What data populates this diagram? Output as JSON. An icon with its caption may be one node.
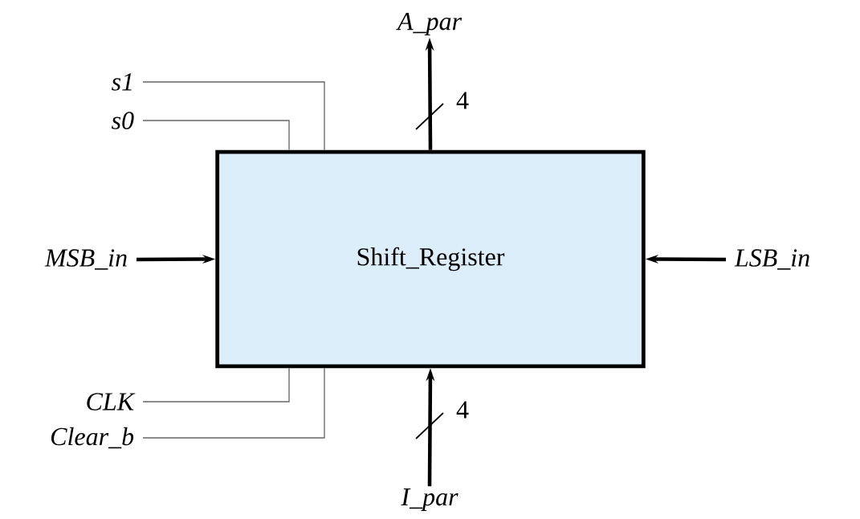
{
  "diagram": {
    "nodes": [
      {
        "text": [
          "Shift_Register"
        ]
      },
      {
        "text": [
          "A_par"
        ]
      },
      {
        "text": [
          "s1"
        ]
      },
      {
        "text": [
          "s0"
        ]
      },
      {
        "text": [
          "MSB_in"
        ]
      },
      {
        "text": [
          "LSB_in"
        ]
      },
      {
        "text": [
          "CLK"
        ]
      },
      {
        "text": [
          "Clear_b"
        ]
      },
      {
        "text": [
          "I_par"
        ]
      }
    ],
    "edges": [
      {
        "from": 0,
        "to": 1,
        "arrow": "to",
        "label": "4",
        "style": "thick"
      },
      {
        "from": 2,
        "to": 0,
        "arrow": "none",
        "color": "#666666"
      },
      {
        "from": 3,
        "to": 0,
        "arrow": "none",
        "color": "#666666"
      },
      {
        "from": 4,
        "to": 0,
        "arrow": "to",
        "style": "thick"
      },
      {
        "from": 5,
        "to": 0,
        "arrow": "to",
        "style": "thick"
      },
      {
        "from": 6,
        "to": 0,
        "arrow": "none",
        "color": "#666666"
      },
      {
        "from": 7,
        "to": 0,
        "arrow": "none",
        "color": "#666666"
      },
      {
        "from": 8,
        "to": 0,
        "arrow": "to",
        "label": "4",
        "style": "thick"
      }
    ]
  }
}
